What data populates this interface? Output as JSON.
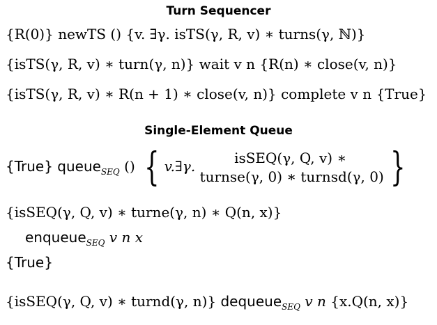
{
  "sections": {
    "turn_sequencer": {
      "title": "Turn Sequencer",
      "lines": [
        "{R(0)} newTS () {v. ∃γ. isTS(γ, R, v) ∗ turns(γ, ℕ)}",
        "{isTS(γ, R, v) ∗ turn(γ, n)} wait v n {R(n) ∗ close(v, n)}",
        "{isTS(γ, R, v) ∗ R(n + 1) ∗ close(v, n)} complete v n {True}"
      ]
    },
    "single_element_queue": {
      "title": "Single-Element Queue",
      "queue_spec": {
        "pre": "{True}",
        "fn": "queue",
        "fn_sub": "SEQ",
        "args": "()",
        "post_binder": "v.∃γ.",
        "post_line1": "isSEQ(γ, Q, v) ∗",
        "post_line2": "turnse(γ, 0) ∗ turnsd(γ, 0)"
      },
      "enqueue_spec": {
        "pre": "{isSEQ(γ, Q, v) ∗ turne(γ, n) ∗ Q(n, x)}",
        "fn": "enqueue",
        "fn_sub": "SEQ",
        "args": "v n x",
        "post": "{True}"
      },
      "dequeue_spec": {
        "pre": "{isSEQ(γ, Q, v) ∗ turnd(γ, n)}",
        "fn": "dequeue",
        "fn_sub": "SEQ",
        "args": "v n",
        "post": "{x.Q(n, x)}"
      }
    }
  }
}
